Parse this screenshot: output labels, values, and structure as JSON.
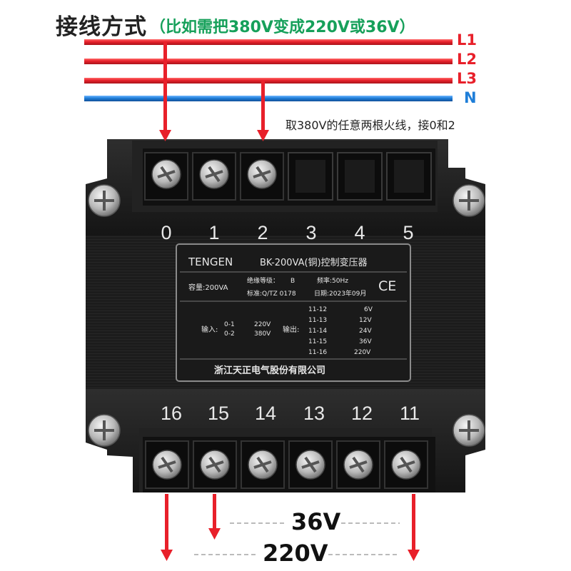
{
  "header": {
    "title": "接线方式",
    "subtitle": "（比如需把380V变成220V或36V）"
  },
  "lines": [
    {
      "label": "L1",
      "color": "#e8202a"
    },
    {
      "label": "L2",
      "color": "#e8202a"
    },
    {
      "label": "L3",
      "color": "#e8202a"
    },
    {
      "label": "N",
      "color": "#1f7ed8"
    }
  ],
  "note": "取380V的任意两根火线，接0和2",
  "top_terminals": [
    "0",
    "1",
    "2",
    "3",
    "4",
    "5"
  ],
  "bottom_terminals": [
    "16",
    "15",
    "14",
    "13",
    "12",
    "11"
  ],
  "nameplate": {
    "brand": "TENGEN",
    "model": "BK-200VA(铜)控制变压器",
    "insulation_label": "绝缘等级：",
    "insulation_value": "B",
    "frequency": "频率:50Hz",
    "capacity": "容量:200VA",
    "standard": "标准:Q/TZ 0178",
    "date": "日期:2023年09月",
    "ce_mark": "CE",
    "input_label": "输入:",
    "inputs": [
      {
        "terms": "0-1",
        "volt": "220V"
      },
      {
        "terms": "0-2",
        "volt": "380V"
      }
    ],
    "output_label": "输出:",
    "outputs": [
      {
        "terms": "11-12",
        "volt": "6V"
      },
      {
        "terms": "11-13",
        "volt": "12V"
      },
      {
        "terms": "11-14",
        "volt": "24V"
      },
      {
        "terms": "11-15",
        "volt": "36V"
      },
      {
        "terms": "11-16",
        "volt": "220V"
      }
    ],
    "company": "浙江天正电气股份有限公司"
  },
  "output_voltages": {
    "low": "36V",
    "high": "220V"
  }
}
